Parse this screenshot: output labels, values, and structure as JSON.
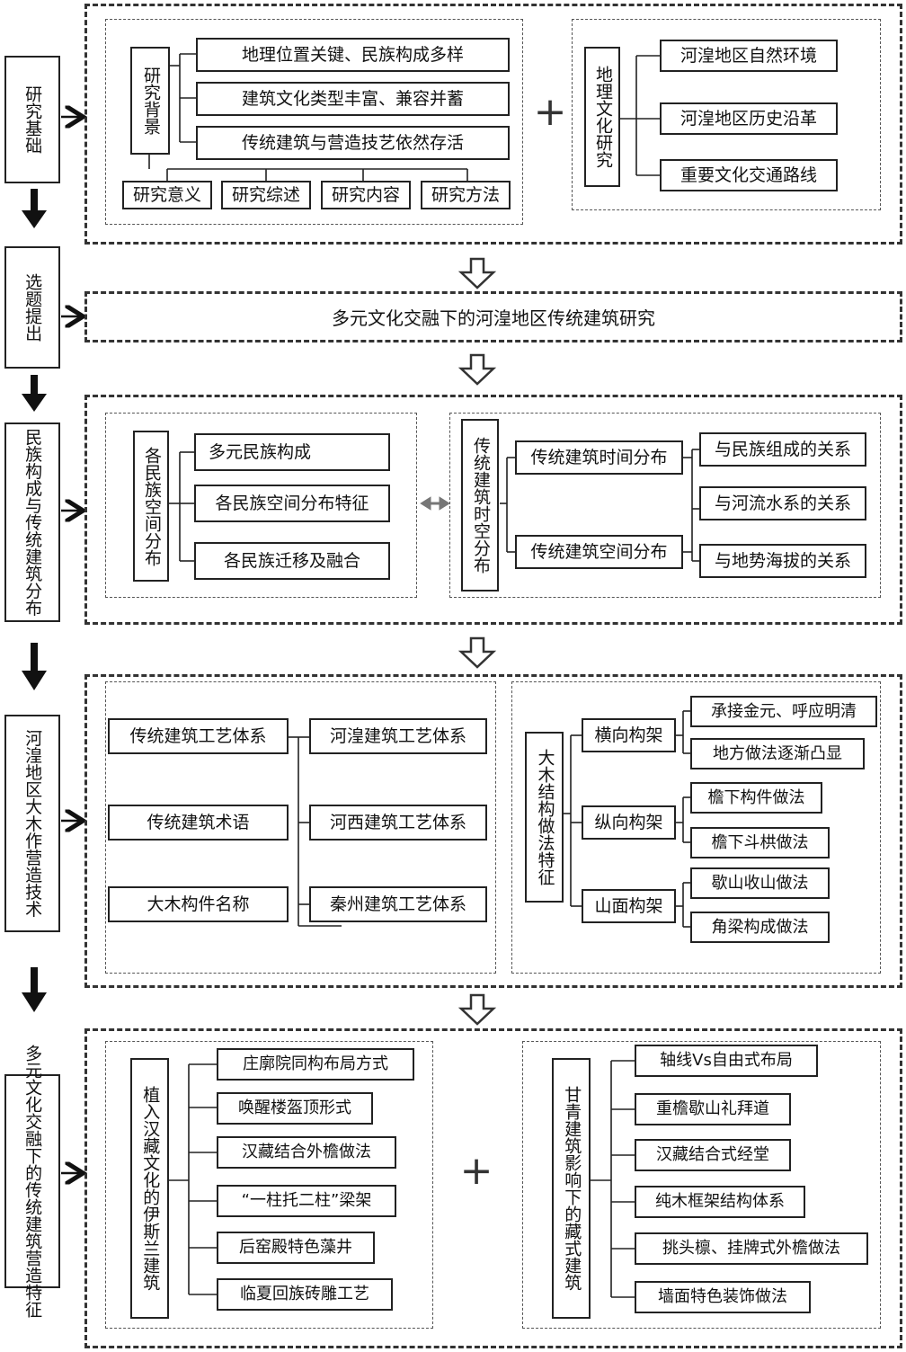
{
  "sections": {
    "s1": "研究基础",
    "s2": "选题提出",
    "s3": "民族构成与传统建筑分布",
    "s4": "河湟地区大木作营造技术",
    "s5": "多元文化交融下的传统建筑营造特征"
  },
  "basis": {
    "bg_title": "研究背景",
    "bg_items": [
      "地理位置关键、民族构成多样",
      "建筑文化类型丰富、兼容并蓄",
      "传统建筑与营造技艺依然存活"
    ],
    "bottom_items": [
      "研究意义",
      "研究综述",
      "研究内容",
      "研究方法"
    ],
    "plus": "+",
    "geo_title": "地理文化研究",
    "geo_items": [
      "河湟地区自然环境",
      "河湟地区历史沿革",
      "重要文化交通路线"
    ]
  },
  "topic": {
    "title": "多元文化交融下的河湟地区传统建筑研究"
  },
  "distribution": {
    "left_title": "各民族空间分布",
    "left_items": [
      "多元民族构成",
      "各民族空间分布特征",
      "各民族迁移及融合"
    ],
    "right_title": "传统建筑时空分布",
    "mid_items": [
      "传统建筑时间分布",
      "传统建筑空间分布"
    ],
    "right_items": [
      "与民族组成的关系",
      "与河流水系的关系",
      "与地势海拔的关系"
    ]
  },
  "technique": {
    "left_col": [
      "传统建筑工艺体系",
      "传统建筑术语",
      "大木构件名称"
    ],
    "right_col": [
      "河湟建筑工艺体系",
      "河西建筑工艺体系",
      "秦州建筑工艺体系"
    ],
    "struct_title": "大木结构做法特征",
    "groups": [
      {
        "name": "横向构架",
        "items": [
          "承接金元、呼应明清",
          "地方做法逐渐凸显"
        ]
      },
      {
        "name": "纵向构架",
        "items": [
          "檐下构件做法",
          "檐下斗栱做法"
        ]
      },
      {
        "name": "山面构架",
        "items": [
          "歇山收山做法",
          "角梁构成做法"
        ]
      }
    ]
  },
  "features": {
    "left_title": "植入汉藏文化的伊斯兰建筑",
    "left_items": [
      "庄廓院同构布局方式",
      "唤醒楼盔顶形式",
      "汉藏结合外檐做法",
      "“一柱托二柱”梁架",
      "后窑殿特色藻井",
      "临夏回族砖雕工艺"
    ],
    "plus": "+",
    "right_title": "甘青建筑影响下的藏式建筑",
    "right_items": [
      "轴线Vs自由式布局",
      "重檐歇山礼拜道",
      "汉藏结合式经堂",
      "纯木框架结构体系",
      "挑头檩、挂牌式外檐做法",
      "墙面特色装饰做法"
    ]
  }
}
